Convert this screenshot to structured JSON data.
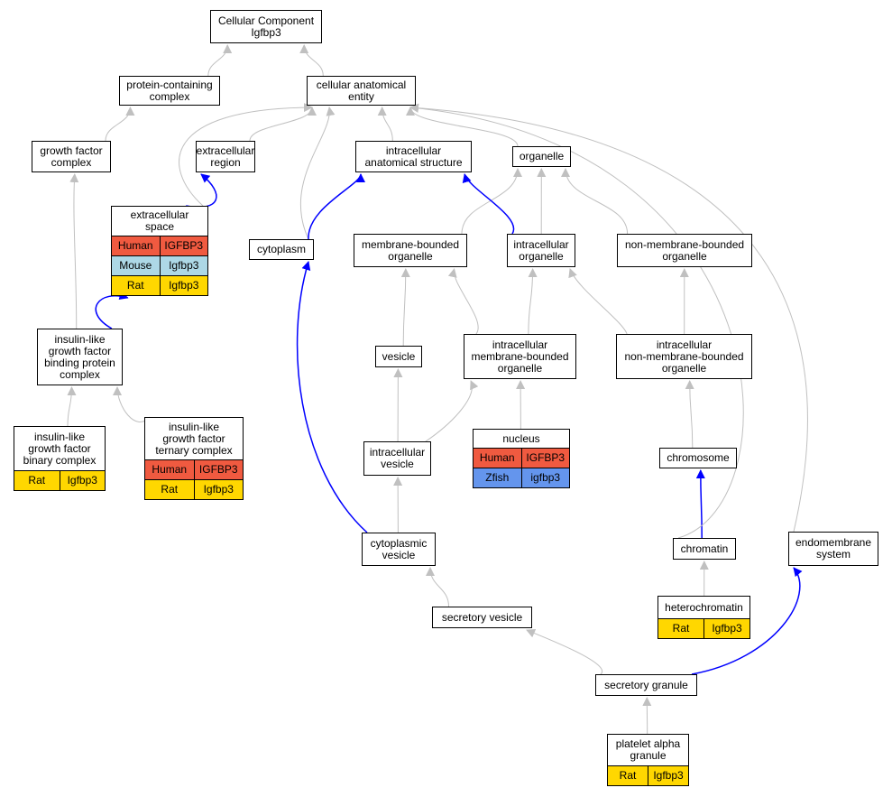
{
  "colors": {
    "edge_default": "#c0c0c0",
    "edge_highlight": "#0000ff",
    "Human": "#f05a40",
    "Mouse": "#add8e6",
    "Rat": "#ffd700",
    "Zfish": "#6495ed"
  },
  "nodes": [
    {
      "id": "cc",
      "label": "Cellular Component\nIgfbp3",
      "annotations": []
    },
    {
      "id": "pcc",
      "label": "protein-containing\ncomplex",
      "annotations": []
    },
    {
      "id": "cae",
      "label": "cellular anatomical\nentity",
      "annotations": []
    },
    {
      "id": "gfc",
      "label": "growth factor\ncomplex",
      "annotations": []
    },
    {
      "id": "ecr",
      "label": "extracellular\nregion",
      "annotations": []
    },
    {
      "id": "ias",
      "label": "intracellular\nanatomical structure",
      "annotations": []
    },
    {
      "id": "org",
      "label": "organelle",
      "annotations": []
    },
    {
      "id": "ecs",
      "label": "extracellular\nspace",
      "annotations": [
        {
          "species": "Human",
          "gene": "IGFBP3"
        },
        {
          "species": "Mouse",
          "gene": "Igfbp3"
        },
        {
          "species": "Rat",
          "gene": "Igfbp3"
        }
      ]
    },
    {
      "id": "cyt",
      "label": "cytoplasm",
      "annotations": []
    },
    {
      "id": "mbo",
      "label": "membrane-bounded\norganelle",
      "annotations": []
    },
    {
      "id": "io",
      "label": "intracellular\norganelle",
      "annotations": []
    },
    {
      "id": "nmbo",
      "label": "non-membrane-bounded\norganelle",
      "annotations": []
    },
    {
      "id": "igfbpc",
      "label": "insulin-like\ngrowth factor\nbinding protein\ncomplex",
      "annotations": []
    },
    {
      "id": "ves",
      "label": "vesicle",
      "annotations": []
    },
    {
      "id": "imbo",
      "label": "intracellular\nmembrane-bounded\norganelle",
      "annotations": []
    },
    {
      "id": "inmbo",
      "label": "intracellular\nnon-membrane-bounded\norganelle",
      "annotations": []
    },
    {
      "id": "igfbc",
      "label": "insulin-like\ngrowth factor\nbinary complex",
      "annotations": [
        {
          "species": "Rat",
          "gene": "Igfbp3"
        }
      ]
    },
    {
      "id": "igftc",
      "label": "insulin-like\ngrowth factor\nternary complex",
      "annotations": [
        {
          "species": "Human",
          "gene": "IGFBP3"
        },
        {
          "species": "Rat",
          "gene": "Igfbp3"
        }
      ]
    },
    {
      "id": "iv",
      "label": "intracellular\nvesicle",
      "annotations": []
    },
    {
      "id": "nuc",
      "label": "nucleus",
      "annotations": [
        {
          "species": "Human",
          "gene": "IGFBP3"
        },
        {
          "species": "Zfish",
          "gene": "igfbp3"
        }
      ]
    },
    {
      "id": "chr",
      "label": "chromosome",
      "annotations": []
    },
    {
      "id": "cv",
      "label": "cytoplasmic\nvesicle",
      "annotations": []
    },
    {
      "id": "chtn",
      "label": "chromatin",
      "annotations": []
    },
    {
      "id": "ems",
      "label": "endomembrane\nsystem",
      "annotations": []
    },
    {
      "id": "sv",
      "label": "secretory vesicle",
      "annotations": []
    },
    {
      "id": "hchr",
      "label": "heterochromatin",
      "annotations": [
        {
          "species": "Rat",
          "gene": "Igfbp3"
        }
      ]
    },
    {
      "id": "sg",
      "label": "secretory granule",
      "annotations": []
    },
    {
      "id": "pag",
      "label": "platelet alpha\ngranule",
      "annotations": [
        {
          "species": "Rat",
          "gene": "Igfbp3"
        }
      ]
    }
  ],
  "edges": [
    {
      "from": "pcc",
      "to": "cc",
      "highlight": false
    },
    {
      "from": "cae",
      "to": "cc",
      "highlight": false
    },
    {
      "from": "gfc",
      "to": "pcc",
      "highlight": false
    },
    {
      "from": "ecr",
      "to": "cae",
      "highlight": false
    },
    {
      "from": "ias",
      "to": "cae",
      "highlight": false
    },
    {
      "from": "org",
      "to": "cae",
      "highlight": false
    },
    {
      "from": "ecs",
      "to": "cae",
      "highlight": false
    },
    {
      "from": "ecs",
      "to": "ecr",
      "highlight": true
    },
    {
      "from": "cyt",
      "to": "cae",
      "highlight": false
    },
    {
      "from": "cyt",
      "to": "ias",
      "highlight": true
    },
    {
      "from": "mbo",
      "to": "org",
      "highlight": false
    },
    {
      "from": "io",
      "to": "org",
      "highlight": false
    },
    {
      "from": "io",
      "to": "ias",
      "highlight": true
    },
    {
      "from": "nmbo",
      "to": "org",
      "highlight": false
    },
    {
      "from": "igfbpc",
      "to": "gfc",
      "highlight": false
    },
    {
      "from": "igfbpc",
      "to": "ecs",
      "highlight": true
    },
    {
      "from": "ves",
      "to": "mbo",
      "highlight": false
    },
    {
      "from": "imbo",
      "to": "mbo",
      "highlight": false
    },
    {
      "from": "imbo",
      "to": "io",
      "highlight": false
    },
    {
      "from": "inmbo",
      "to": "io",
      "highlight": false
    },
    {
      "from": "inmbo",
      "to": "nmbo",
      "highlight": false
    },
    {
      "from": "igfbc",
      "to": "igfbpc",
      "highlight": false
    },
    {
      "from": "igftc",
      "to": "igfbpc",
      "highlight": false
    },
    {
      "from": "iv",
      "to": "ves",
      "highlight": false
    },
    {
      "from": "iv",
      "to": "imbo",
      "highlight": false
    },
    {
      "from": "nuc",
      "to": "imbo",
      "highlight": false
    },
    {
      "from": "chr",
      "to": "inmbo",
      "highlight": false
    },
    {
      "from": "cv",
      "to": "iv",
      "highlight": false
    },
    {
      "from": "cv",
      "to": "cyt",
      "highlight": true
    },
    {
      "from": "chtn",
      "to": "chr",
      "highlight": true
    },
    {
      "from": "chtn",
      "to": "cae",
      "highlight": false
    },
    {
      "from": "ems",
      "to": "cae",
      "highlight": false
    },
    {
      "from": "sv",
      "to": "cv",
      "highlight": false
    },
    {
      "from": "hchr",
      "to": "chtn",
      "highlight": false
    },
    {
      "from": "sg",
      "to": "sv",
      "highlight": false
    },
    {
      "from": "sg",
      "to": "ems",
      "highlight": true
    },
    {
      "from": "pag",
      "to": "sg",
      "highlight": false
    }
  ]
}
